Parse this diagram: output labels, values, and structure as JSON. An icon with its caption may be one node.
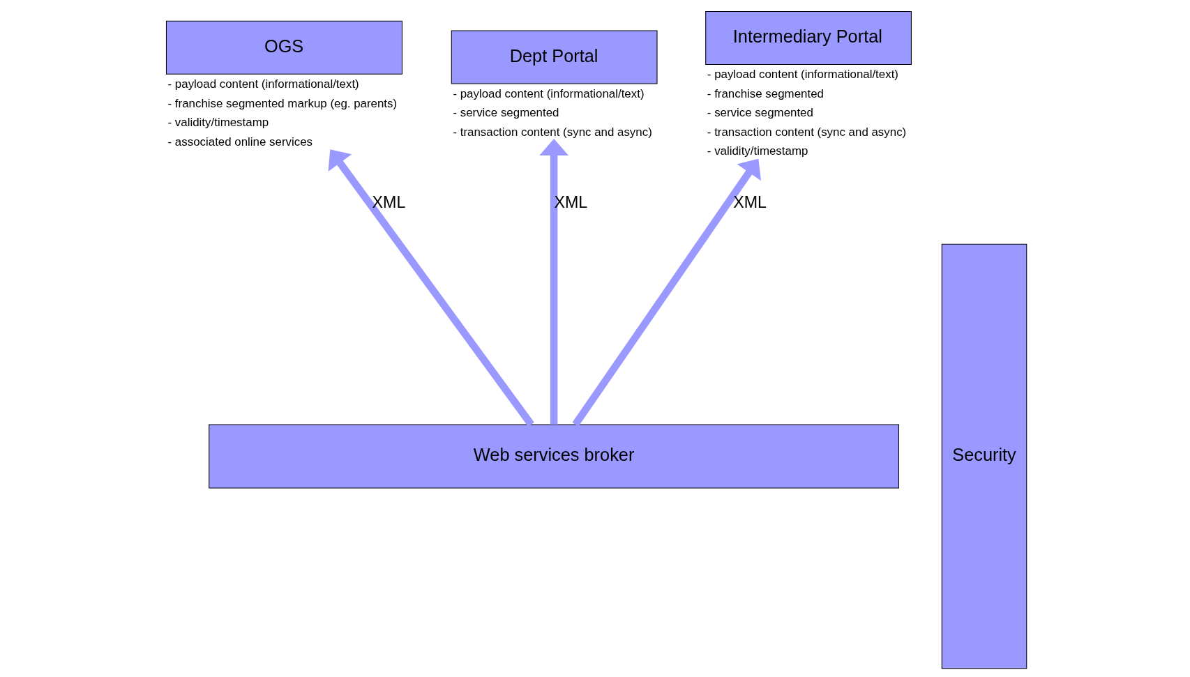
{
  "diagram": {
    "nodes": [
      {
        "text": [
          "OGS"
        ],
        "beside": [
          "- payload content (informational/text)",
          "- franchise segmented markup (eg. parents)",
          "- validity/timestamp",
          "- associated online services"
        ]
      },
      {
        "text": [
          "Dept Portal"
        ],
        "beside": [
          "- payload content (informational/text)",
          "- service segmented",
          "- transaction content (sync and async)"
        ]
      },
      {
        "text": [
          "Intermediary Portal"
        ],
        "beside": [
          "- payload content (informational/text)",
          "- franchise segmented",
          "- service segmented",
          "- transaction content (sync and async)",
          "- validity/timestamp"
        ]
      },
      {
        "text": [
          "Web services broker"
        ]
      },
      {
        "text": [
          "Security"
        ]
      }
    ],
    "edges": [
      {
        "from": 3,
        "to": 0,
        "arrow": "to",
        "label": "XML"
      },
      {
        "from": 3,
        "to": 1,
        "arrow": "to",
        "label": "XML"
      },
      {
        "from": 3,
        "to": 2,
        "arrow": "to",
        "label": "XML"
      }
    ]
  }
}
